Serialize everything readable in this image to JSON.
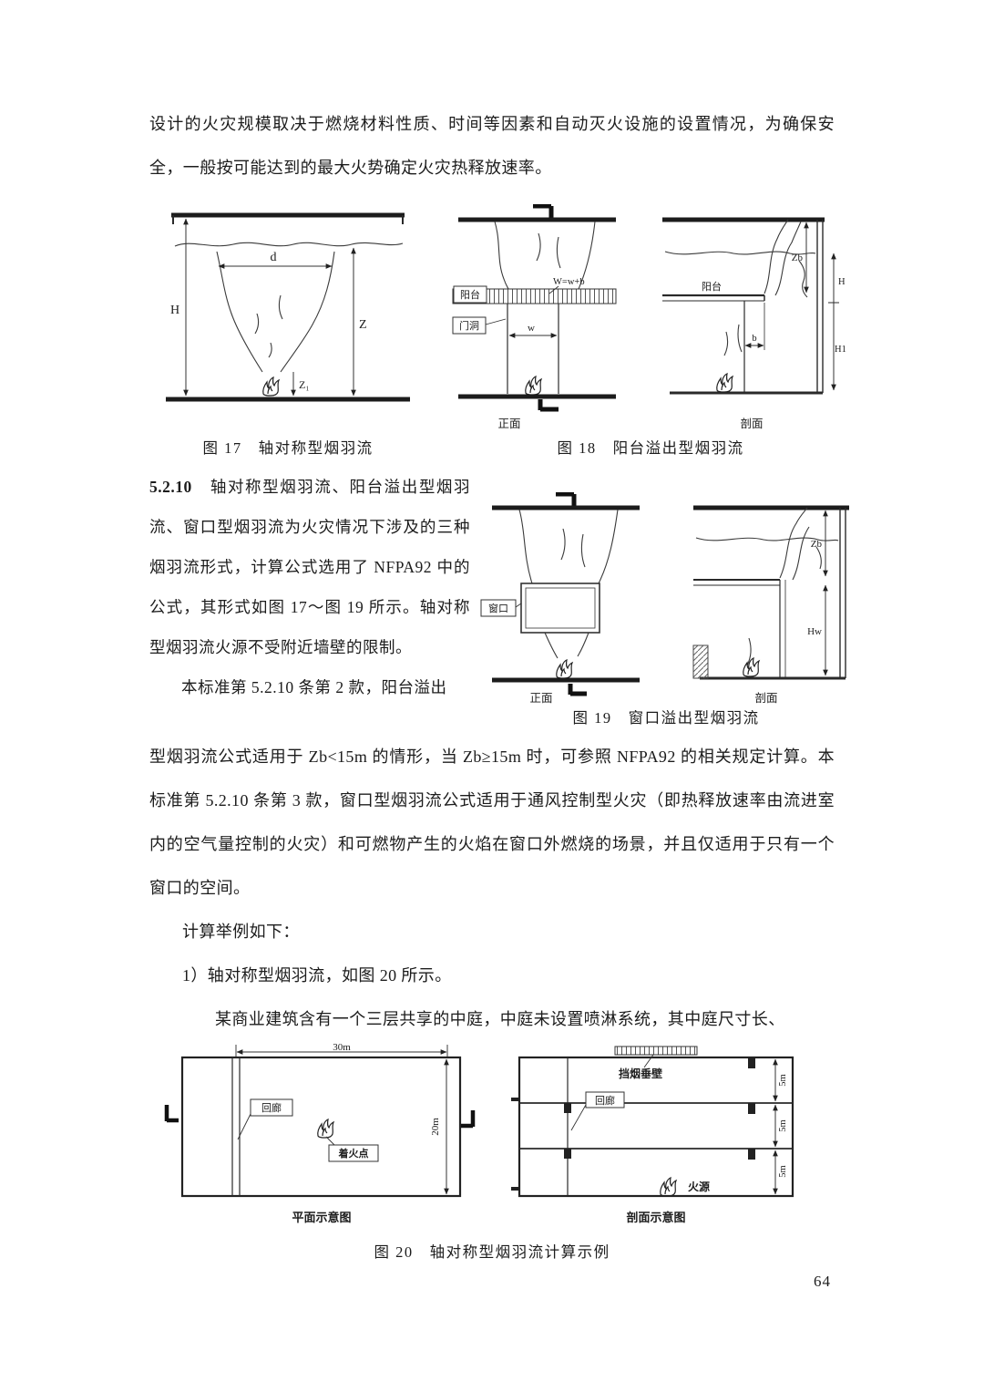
{
  "page": {
    "number": "64"
  },
  "text": {
    "intro": "设计的火灾规模取决于燃烧材料性质、时间等因素和自动灭火设施的设置情况，为确保安全，一般按可能达到的最大火势确定火灾热释放速率。",
    "s5210_num": "5.2.10",
    "s5210_body": "　轴对称型烟羽流、阳台溢出型烟羽流、窗口型烟羽流为火灾情况下涉及的三种烟羽流形式，计算公式选用了 NFPA92 中的公式，其形式如图 17～图 19 所示。轴对称型烟羽流火源不受附近墙壁的限制。",
    "para2_lead": "本标准第 5.2.10 条第 2 款，阳台溢出",
    "para2_rest": "型烟羽流公式适用于 Zb<15m 的情形，当 Zb≥15m 时，可参照 NFPA92 的相关规定计算。本标准第 5.2.10 条第 3 款，窗口型烟羽流公式适用于通风控制型火灾（即热释放速率由流进室内的空气量控制的火灾）和可燃物产生的火焰在窗口外燃烧的场景，并且仅适用于只有一个窗口的空间。",
    "para_example": "计算举例如下：",
    "para_item1": "1）轴对称型烟羽流，如图 20 所示。",
    "para_desc": "某商业建筑含有一个三层共享的中庭，中庭未设置喷淋系统，其中庭尺寸长、"
  },
  "fig17": {
    "caption": "图 17　轴对称型烟羽流",
    "labels": {
      "d": "d",
      "H": "H",
      "Z": "Z",
      "Z1": "Z₁"
    }
  },
  "fig18": {
    "caption": "图 18　阳台溢出型烟羽流",
    "labels": {
      "balcony_front": "阳台",
      "w_total": "W=w+b",
      "door": "门洞",
      "w": "w",
      "front": "正面",
      "balcony_section": "阳台",
      "Zb": "Zb",
      "H": "H",
      "H1": "H1",
      "b": "b",
      "section": "剖面"
    }
  },
  "fig19": {
    "caption": "图 19　窗口溢出型烟羽流",
    "labels": {
      "window": "窗口",
      "front": "正面",
      "Zb": "Zb",
      "Hw": "Hw",
      "section": "剖面"
    }
  },
  "fig20": {
    "caption": "图 20　轴对称型烟羽流计算示例",
    "labels": {
      "dim_30m": "30m",
      "dim_20m": "20m",
      "corridor_plan": "回廊",
      "fire_point": "着火点",
      "plan": "平面示意图",
      "smoke_barrier": "挡烟垂壁",
      "corridor_section": "回廊",
      "fire_source": "火源",
      "dim_5m_1": "5m",
      "dim_5m_2": "5m",
      "dim_5m_3": "5m",
      "section": "剖面示意图"
    }
  }
}
